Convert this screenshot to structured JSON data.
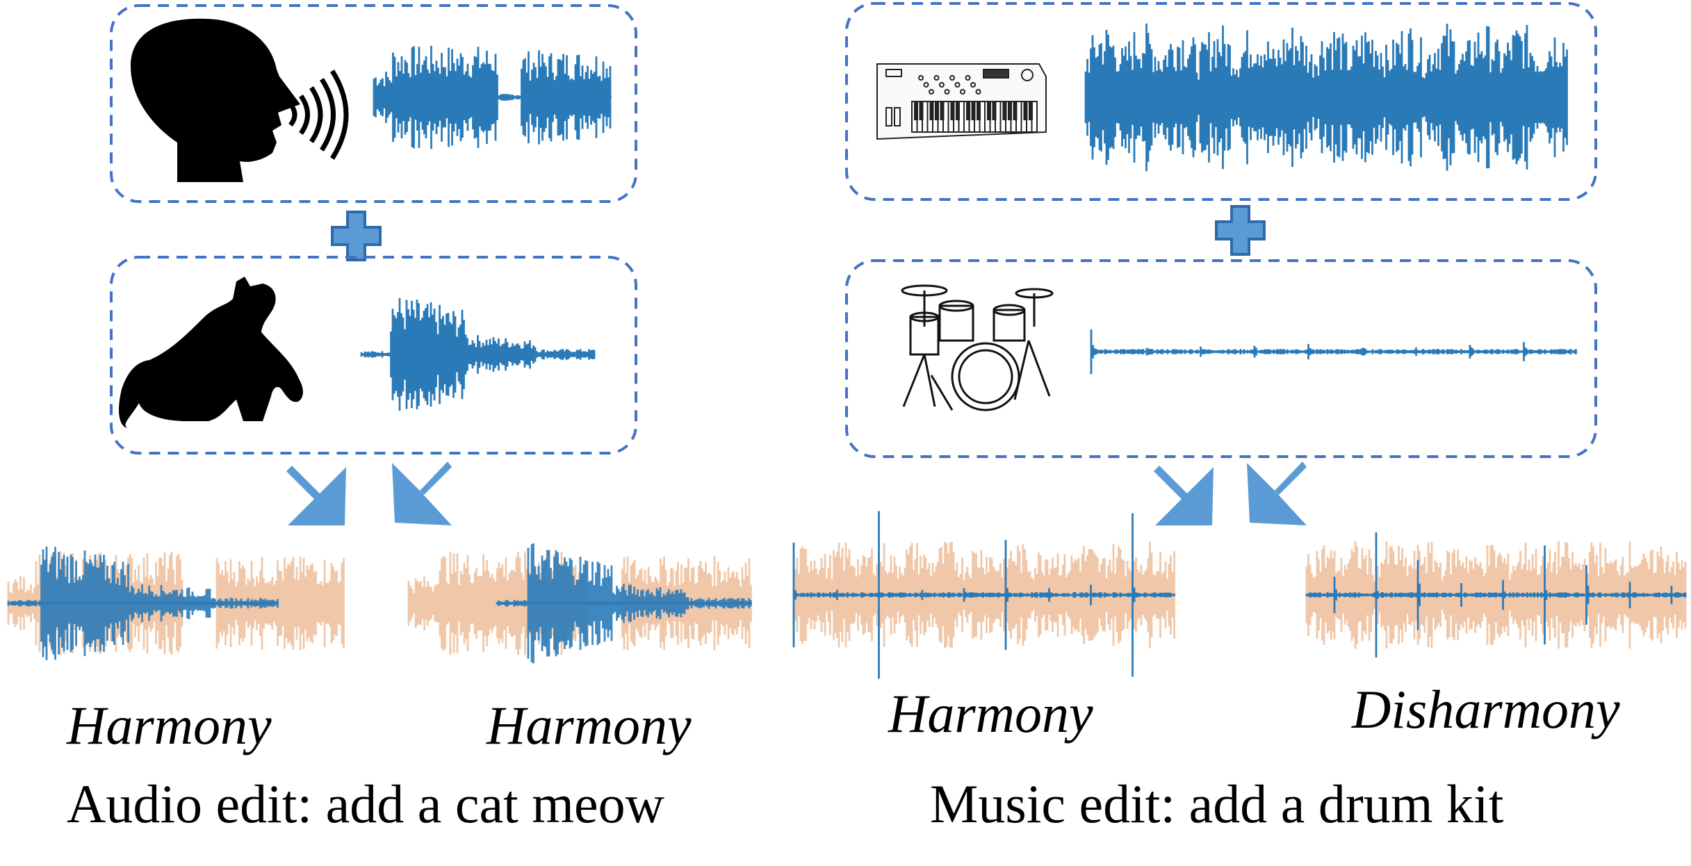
{
  "colors": {
    "waveform_blue": "#2a7ab8",
    "waveform_peach": "#f0c7a8",
    "box_dash": "#4472c4",
    "plus_fill": "#5b9bd5",
    "plus_stroke": "#2f6aa8",
    "arrow_fill": "#5b9bd5",
    "silhouette": "#000000"
  },
  "left_panel": {
    "source_box": {
      "icon": "speaking-head-icon",
      "waveform": "speech-waveform"
    },
    "plus_icon": "plus-icon",
    "add_box": {
      "icon": "cat-icon",
      "waveform": "cat-meow-waveform"
    },
    "results": [
      {
        "label": "Harmony"
      },
      {
        "label": "Harmony"
      }
    ],
    "caption": "Audio edit: add a cat meow"
  },
  "right_panel": {
    "source_box": {
      "icon": "synthesizer-keyboard-icon",
      "waveform": "music-waveform"
    },
    "plus_icon": "plus-icon",
    "add_box": {
      "icon": "drum-kit-icon",
      "waveform": "drum-waveform"
    },
    "results": [
      {
        "label": "Harmony"
      },
      {
        "label": "Disharmony"
      }
    ],
    "caption": "Music edit: add a drum kit"
  }
}
